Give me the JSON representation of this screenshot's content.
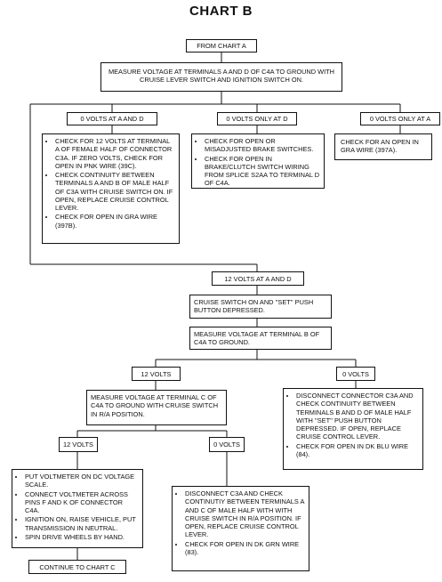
{
  "title": "CHART B",
  "nodes": {
    "from_chart_a": "FROM CHART A",
    "measure_ad": "MEASURE VOLTAGE AT TERMINALS A AND D OF C4A TO GROUND WITH CRUISE LEVER SWITCH AND IGNITION SWITCH ON.",
    "zero_a_and_d": "0 VOLTS AT A AND D",
    "zero_only_d": "0 VOLTS ONLY AT D",
    "zero_only_a": "0 VOLTS ONLY AT A",
    "checks_a_and_d": [
      "CHECK FOR 12 VOLTS AT TERMINAL A OF FEMALE HALF OF CONNECTOR C3A. IF ZERO VOLTS, CHECK FOR OPEN IN PNK WIRE (39C).",
      "CHECK CONTINUITY BETWEEN TERMINALS A AND B OF MALE HALF OF C3A WITH CRUISE SWITCH ON. IF OPEN, REPLACE CRUISE CONTROL LEVER.",
      "CHECK FOR OPEN IN GRA WIRE (397B)."
    ],
    "checks_only_d": [
      "CHECK FOR OPEN OR MISADJUSTED BRAKE SWITCHES.",
      "CHECK FOR OPEN IN BRAKE/CLUTCH SWITCH WIRING FROM SPLICE S2AA TO TERMINAL D OF C4A."
    ],
    "check_only_a": "CHECK FOR AN OPEN IN GRA WIRE (397A).",
    "twelve_a_and_d": "12 VOLTS AT A AND D",
    "cruise_switch_on": "CRUISE SWITCH ON AND ''SET'' PUSH BUTTON DEPRESSED.",
    "measure_b": "MEASURE VOLTAGE AT TERMINAL B OF C4A TO GROUND.",
    "twelve_volts_b": "12 VOLTS",
    "zero_volts_b": "0 VOLTS",
    "measure_c": "MEASURE VOLTAGE AT TERMINAL C OF C4A TO GROUND WITH CRUISE SWITCH IN R/A POSITION.",
    "checks_zero_b": [
      "DISCONNECT CONNECTOR C3A AND CHECK CONTINUITY BETWEEN TERMINALS B AND D OF MALE HALF WITH ''SET'' PUSH BUTTON DEPRESSED. IF OPEN, REPLACE CRUISE CONTROL LEVER.",
      "CHECK FOR OPEN IN DK BLU WIRE (84)."
    ],
    "twelve_volts_c": "12 VOLTS",
    "zero_volts_c": "0 VOLTS",
    "checks_twelve_c": [
      "PUT VOLTMETER ON DC VOLTAGE SCALE.",
      "CONNECT VOLTMETER ACROSS PINS F AND K OF CONNECTOR C4A.",
      "IGNITION ON, RAISE VEHICLE, PUT TRANSMISSION IN NEUTRAL.",
      "SPIN DRIVE WHEELS BY HAND."
    ],
    "checks_zero_c": [
      "DISCONNECT C3A AND CHECK CONTINUTIY BETWEEN TERMINALS A AND C OF MALE HALF WITH WITH CRUISE SWITCH IN R/A POSITION. IF OPEN, REPLACE CRUISE CONTROL LEVER.",
      "CHECK FOR OPEN IN DK GRN WIRE (83)."
    ],
    "continue_chart_c": "CONTINUE TO CHART C"
  }
}
